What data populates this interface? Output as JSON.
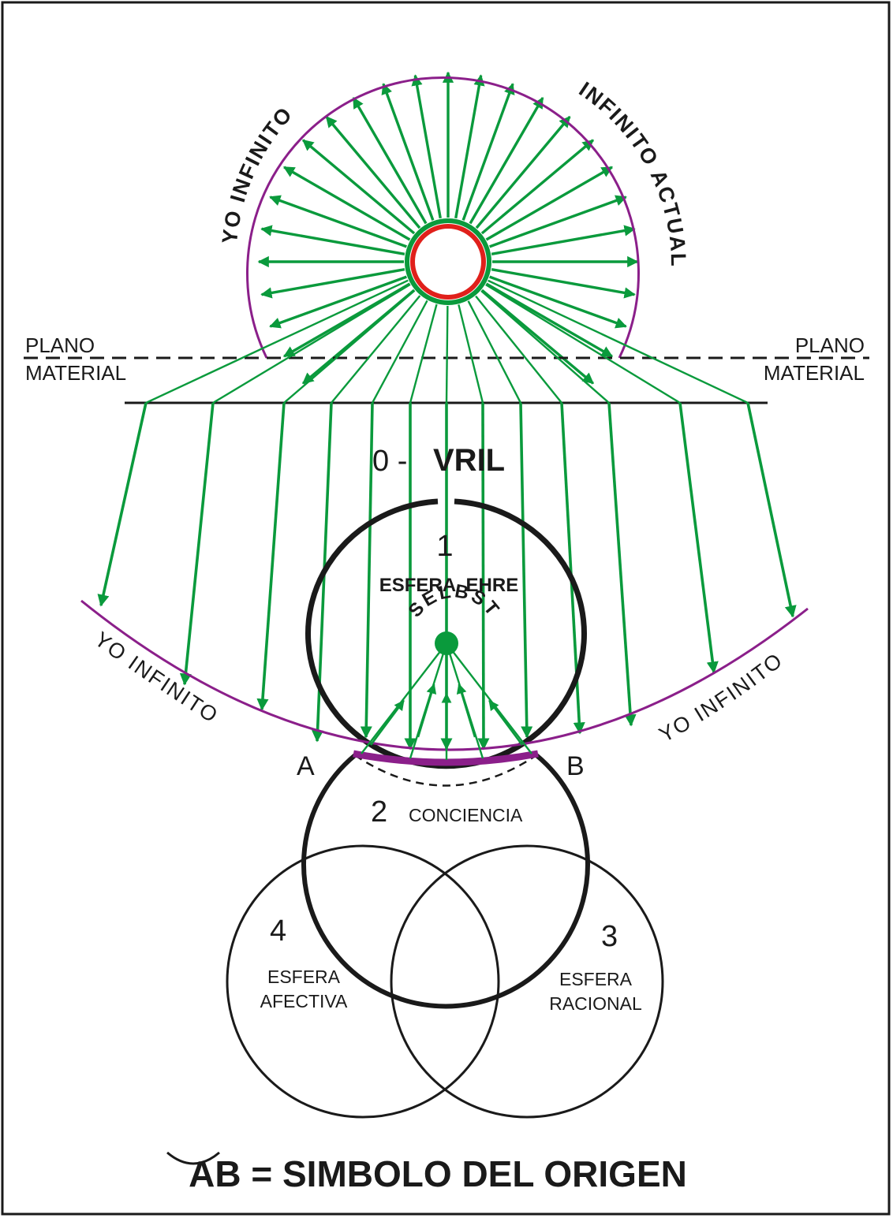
{
  "colors": {
    "green": "#0a9a3c",
    "purple": "#8b1f8a",
    "red": "#e0201b",
    "black": "#1a1a1a",
    "text": "#1a1a1a"
  },
  "top_sphere": {
    "label_left": "YO INFINITO",
    "label_right": "INFINITO ACTUAL"
  },
  "material_plane": {
    "left_line1": "PLANO",
    "left_line2": "MATERIAL",
    "right_line1": "PLANO",
    "right_line2": "MATERIAL"
  },
  "vril": {
    "number": "0 -",
    "name": "VRIL"
  },
  "sphere1": {
    "number": "1",
    "name": "ESFERA  EHRE",
    "selbst": "SELBST"
  },
  "yo_infinito_arc": {
    "left": "YO INFINITO",
    "right": "YO INFINITO"
  },
  "points": {
    "a": "A",
    "b": "B"
  },
  "sphere2": {
    "number": "2",
    "name": "CONCIENCIA"
  },
  "sphere4": {
    "number": "4",
    "line1": "ESFERA",
    "line2": "AFECTIVA"
  },
  "sphere3": {
    "number": "3",
    "line1": "ESFERA",
    "line2": "RACIONAL"
  },
  "caption": {
    "text": "AB = SIMBOLO DEL ORIGEN"
  }
}
